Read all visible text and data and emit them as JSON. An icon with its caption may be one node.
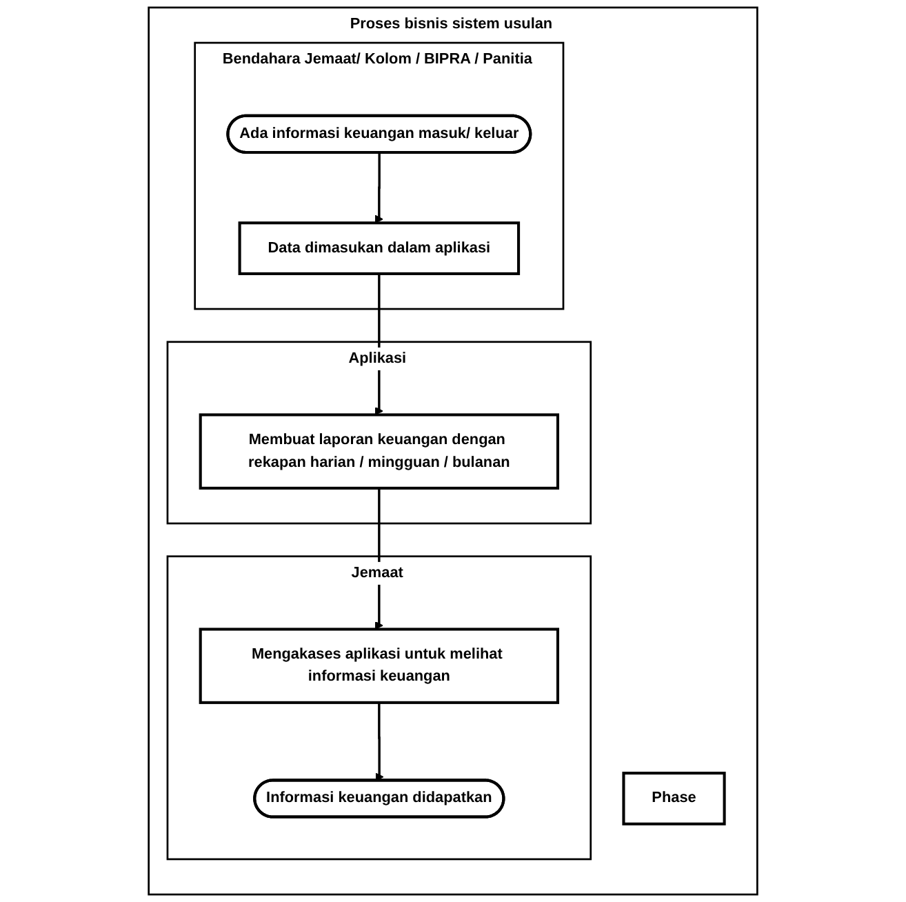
{
  "diagram": {
    "nodes": [
      {
        "text": [
          "Proses bisnis sistem usulan"
        ]
      },
      {
        "text": [
          "Phase"
        ],
        "in": 0
      },
      {
        "text": [
          "Bendahara Jemaat/ Kolom / BIPRA / Panitia"
        ],
        "in": 0
      },
      {
        "text": [
          "Aplikasi"
        ],
        "in": 0
      },
      {
        "text": [
          "Jemaat"
        ],
        "in": 0
      },
      {
        "text": [
          "Ada informasi keuangan masuk/ keluar"
        ],
        "in": 2
      },
      {
        "text": [
          "Data dimasukan dalam aplikasi"
        ],
        "in": 2
      },
      {
        "text": [
          "Membuat laporan keuangan dengan rekapan harian / mingguan / bulanan"
        ],
        "in": 3
      },
      {
        "text": [
          "Mengakases aplikasi untuk melihat informasi keuangan"
        ],
        "in": 4
      },
      {
        "text": [
          "Informasi keuangan didapatkan"
        ],
        "in": 4
      }
    ],
    "edges": [
      {
        "from": 5,
        "to": 6,
        "arrow": "to"
      },
      {
        "from": 6,
        "to": 7,
        "arrow": "to"
      },
      {
        "from": 7,
        "to": 8,
        "arrow": "to"
      },
      {
        "from": 8,
        "to": 9,
        "arrow": "to"
      }
    ]
  }
}
